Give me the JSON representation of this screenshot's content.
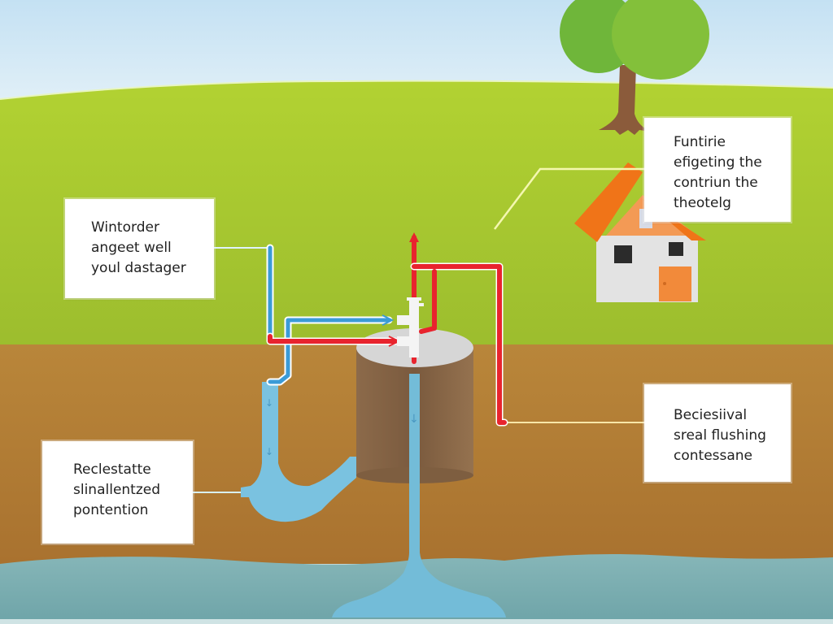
{
  "diagram": {
    "title": "",
    "labels": {
      "top_left": {
        "lines": [
          "Wintorder",
          "angeet well",
          "youl dastager"
        ]
      },
      "top_right": {
        "lines": [
          "Funtirie",
          "efigeting the",
          "contriun the",
          "theotelg"
        ]
      },
      "bottom_right": {
        "lines": [
          "Beciesiival",
          "sreal flushing",
          "contessane"
        ]
      },
      "bottom_left": {
        "lines": [
          "Reclestatte",
          "slinallentzed",
          "pontention"
        ]
      }
    },
    "colors": {
      "sky": "#cfe6f4",
      "grass": "#a9c830",
      "soil": "#b37d34",
      "groundwater": "#7fb0b2",
      "hot_pipe": "#e8242e",
      "cold_pipe": "#3a9ad8",
      "water_flow": "#77bfda",
      "well_body": "#8a6a4a",
      "well_top": "#d6d6d6",
      "roof": "#f07418",
      "house_wall": "#e2e2e2",
      "door": "#f08a3a",
      "tree_leaves": "#7cbd3a",
      "tree_trunk": "#8a5a3a",
      "connector_line": "#f4f7b0"
    },
    "elements": [
      "sky",
      "grass-field",
      "soil-layer",
      "groundwater-layer",
      "tree",
      "house",
      "well-cylinder",
      "hot-water-pipe",
      "cold-water-pipe",
      "water-discharge-pipe",
      "u-bend-pipe",
      "valve-fitting"
    ]
  }
}
